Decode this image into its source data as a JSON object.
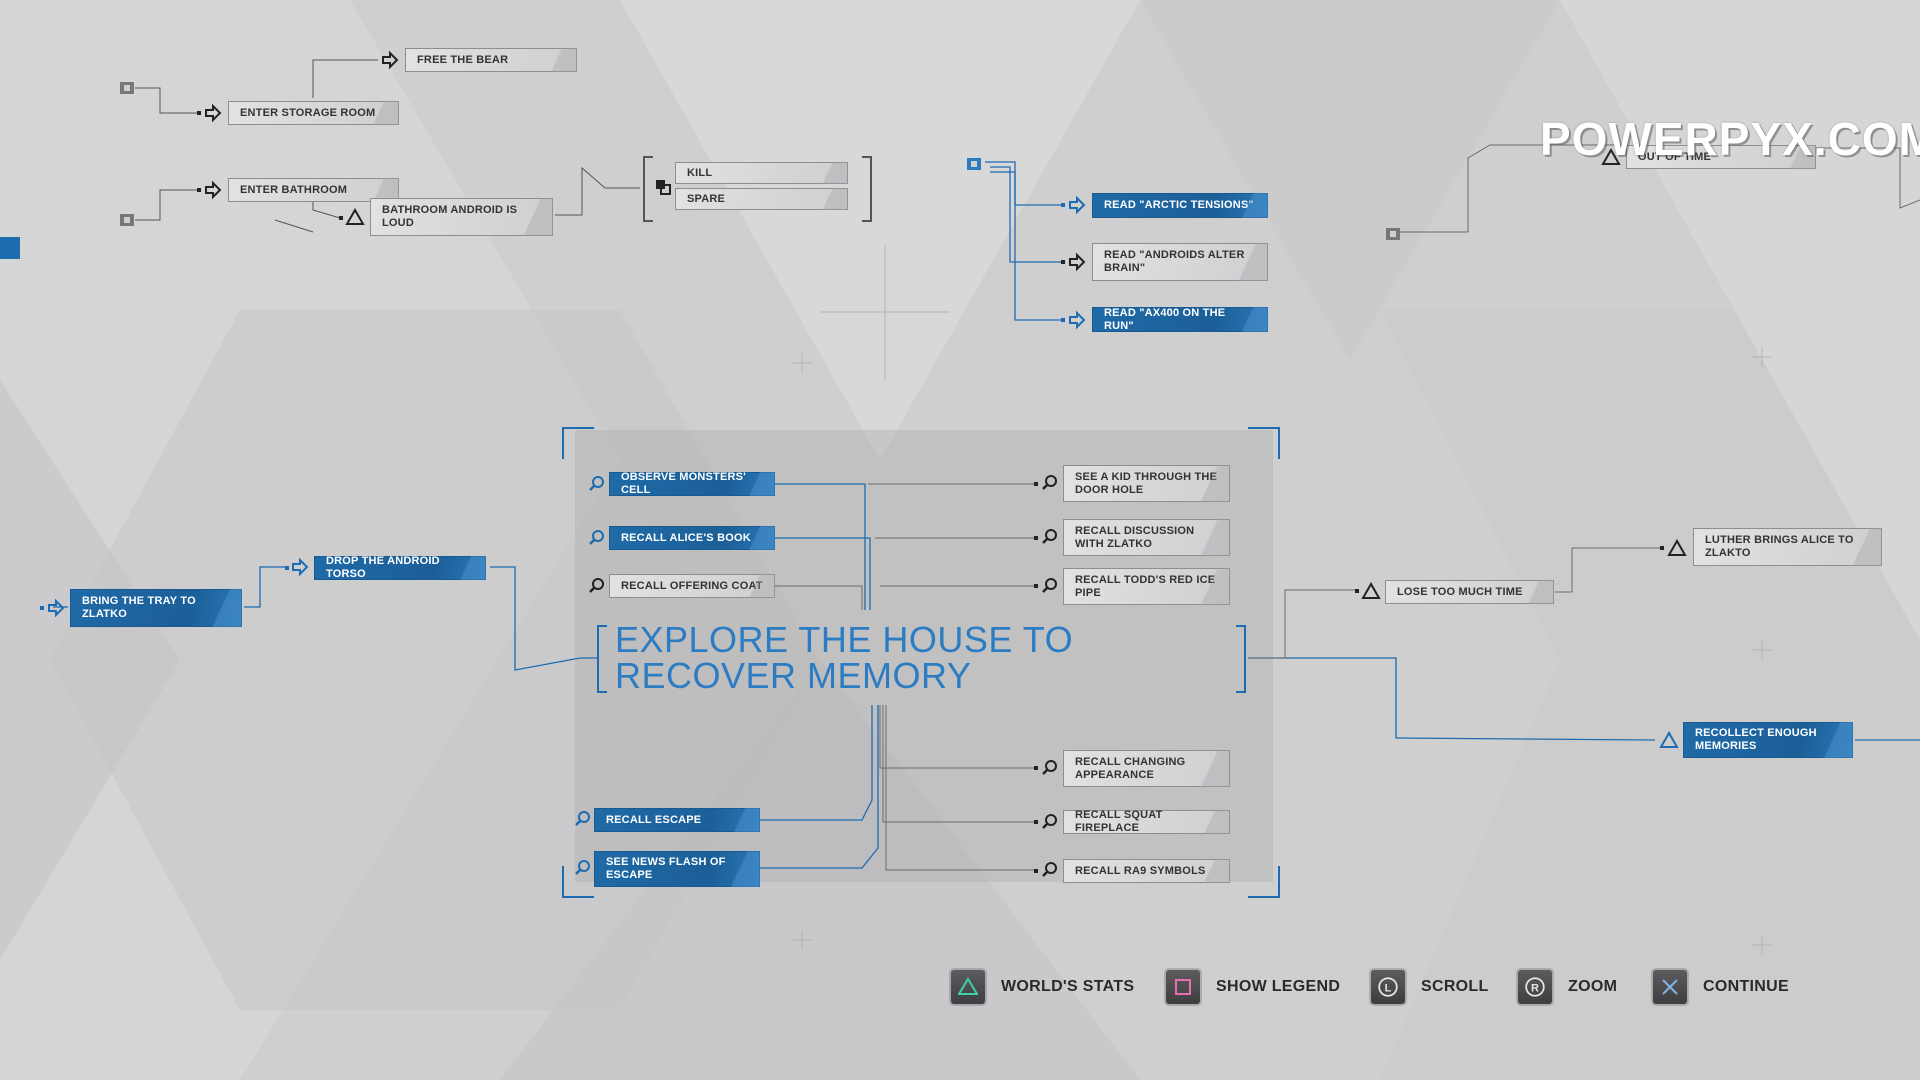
{
  "watermark": "POWERPYX.COM",
  "objective": {
    "line1": "EXPLORE THE HOUSE TO",
    "line2": "RECOVER MEMORY"
  },
  "nodes": {
    "free_the_bear": "FREE THE BEAR",
    "enter_storage_room": "ENTER STORAGE ROOM",
    "enter_bathroom": "ENTER BATHROOM",
    "bathroom_android_loud": "BATHROOM ANDROID IS LOUD",
    "kill": "KILL",
    "spare": "SPARE",
    "read_arctic": "READ \"ARCTIC TENSIONS\"",
    "read_androids": "READ \"ANDROIDS ALTER BRAIN\"",
    "read_ax400": "READ \"AX400 ON THE RUN\"",
    "out_of_time": "OUT OF TIME",
    "observe_cell": "OBSERVE MONSTERS' CELL",
    "recall_alice_book": "RECALL ALICE'S BOOK",
    "recall_offering_coat": "RECALL OFFERING COAT",
    "see_kid": "SEE A KID THROUGH THE DOOR HOLE",
    "recall_discussion": "RECALL DISCUSSION WITH ZLATKO",
    "recall_todd_pipe": "RECALL TODD'S RED ICE PIPE",
    "drop_torso": "DROP THE ANDROID TORSO",
    "bring_tray": "BRING THE TRAY TO ZLATKO",
    "lose_time": "LOSE TOO MUCH TIME",
    "luther_brings": "LUTHER BRINGS ALICE TO ZLAKTO",
    "recollect": "RECOLLECT ENOUGH MEMORIES",
    "recall_changing": "RECALL CHANGING APPEARANCE",
    "recall_squat": "RECALL SQUAT FIREPLACE",
    "recall_ra9": "RECALL RA9 SYMBOLS",
    "recall_escape": "RECALL ESCAPE",
    "news_flash": "SEE NEWS FLASH OF ESCAPE"
  },
  "legend": {
    "worlds_stats": "WORLD'S STATS",
    "show_legend": "SHOW LEGEND",
    "scroll": "SCROLL",
    "zoom": "ZOOM",
    "continue": "CONTINUE"
  },
  "colors": {
    "accent_blue": "#1d6bb0",
    "objective_blue": "#2c7cc4",
    "background": "#cfcfd0"
  }
}
